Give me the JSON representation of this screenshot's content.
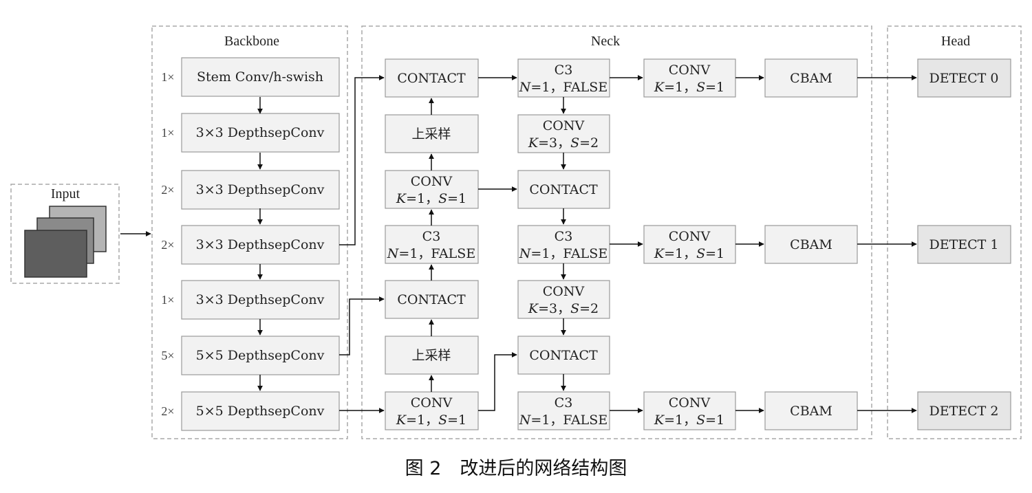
{
  "regions": {
    "input": "Input",
    "backbone": "Backbone",
    "neck": "Neck",
    "head": "Head"
  },
  "backbone": {
    "layers": [
      {
        "mult": "1×",
        "label": "Stem Conv/h-swish"
      },
      {
        "mult": "1×",
        "label": "3×3 DepthsepConv"
      },
      {
        "mult": "2×",
        "label": "3×3 DepthsepConv"
      },
      {
        "mult": "2×",
        "label": "3×3 DepthsepConv"
      },
      {
        "mult": "1×",
        "label": "3×3 DepthsepConv"
      },
      {
        "mult": "5×",
        "label": "5×5 DepthsepConv"
      },
      {
        "mult": "2×",
        "label": "5×5 DepthsepConv"
      }
    ]
  },
  "neck": {
    "contact_a": "CONTACT",
    "upsample_1": "上采样",
    "conv_up_1": {
      "l1": "CONV",
      "k": "K",
      "kv": "=1，",
      "s": "S",
      "sv": "=1"
    },
    "c3_up": {
      "l1": "C3",
      "n": "N",
      "nv": "=1，FALSE"
    },
    "contact_b": "CONTACT",
    "upsample_2": "上采样",
    "conv_up_2": {
      "l1": "CONV",
      "k": "K",
      "kv": "=1，",
      "s": "S",
      "sv": "=1"
    },
    "c3_out_0": {
      "l1": "C3",
      "n": "N",
      "nv": "=1，FALSE"
    },
    "conv_down_1": {
      "l1": "CONV",
      "k": "K",
      "kv": "=3，",
      "s": "S",
      "sv": "=2"
    },
    "contact_c": "CONTACT",
    "c3_out_1": {
      "l1": "C3",
      "n": "N",
      "nv": "=1，FALSE"
    },
    "conv_down_2": {
      "l1": "CONV",
      "k": "K",
      "kv": "=3，",
      "s": "S",
      "sv": "=2"
    },
    "contact_d": "CONTACT",
    "c3_out_2": {
      "l1": "C3",
      "n": "N",
      "nv": "=1，FALSE"
    },
    "conv_out_0": {
      "l1": "CONV",
      "k": "K",
      "kv": "=1，",
      "s": "S",
      "sv": "=1"
    },
    "conv_out_1": {
      "l1": "CONV",
      "k": "K",
      "kv": "=1，",
      "s": "S",
      "sv": "=1"
    },
    "conv_out_2": {
      "l1": "CONV",
      "k": "K",
      "kv": "=1，",
      "s": "S",
      "sv": "=1"
    },
    "cbam_0": "CBAM",
    "cbam_1": "CBAM",
    "cbam_2": "CBAM"
  },
  "head": {
    "detect_0": "DETECT 0",
    "detect_1": "DETECT 1",
    "detect_2": "DETECT 2"
  },
  "caption": "图 2　改进后的网络结构图",
  "colors": {
    "node_fill": "#f2f2f2",
    "node_stroke": "#9a9a9a",
    "head_fill": "#e6e6e6",
    "input_layers": [
      "#b4b4b4",
      "#8a8a8a",
      "#5e5e5e"
    ]
  }
}
